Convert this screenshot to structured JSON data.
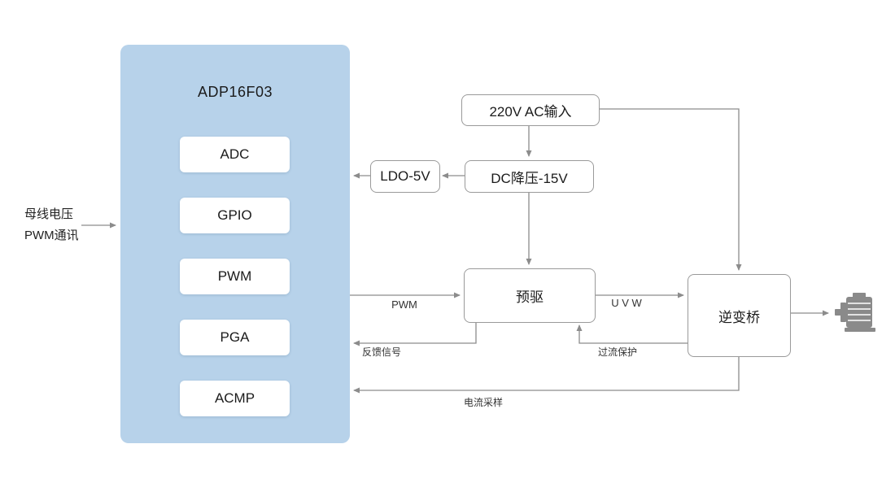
{
  "diagram": {
    "main_chip": {
      "title": "ADP16F03",
      "modules": [
        {
          "label": "ADC"
        },
        {
          "label": "GPIO"
        },
        {
          "label": "PWM"
        },
        {
          "label": "PGA"
        },
        {
          "label": "ACMP"
        }
      ]
    },
    "left_input": {
      "line1": "母线电压",
      "line2": "PWM通讯"
    },
    "boxes": {
      "ac_input": "220V AC输入",
      "dc_buck": "DC降压-15V",
      "ldo": "LDO-5V",
      "predriver": "预驱",
      "inverter": "逆变桥"
    },
    "labels": {
      "pwm": "PWM",
      "uvw": "U V W",
      "feedback": "反馈信号",
      "overcurrent": "过流保护",
      "current_sample": "电流采样"
    },
    "icons": {
      "motor": "motor-icon"
    },
    "colors": {
      "chip_fill": "#b7d2ea",
      "box_border": "#9a9a9a",
      "wire": "#8c8c8c",
      "text": "#222222",
      "motor": "#8a8a8a"
    }
  }
}
